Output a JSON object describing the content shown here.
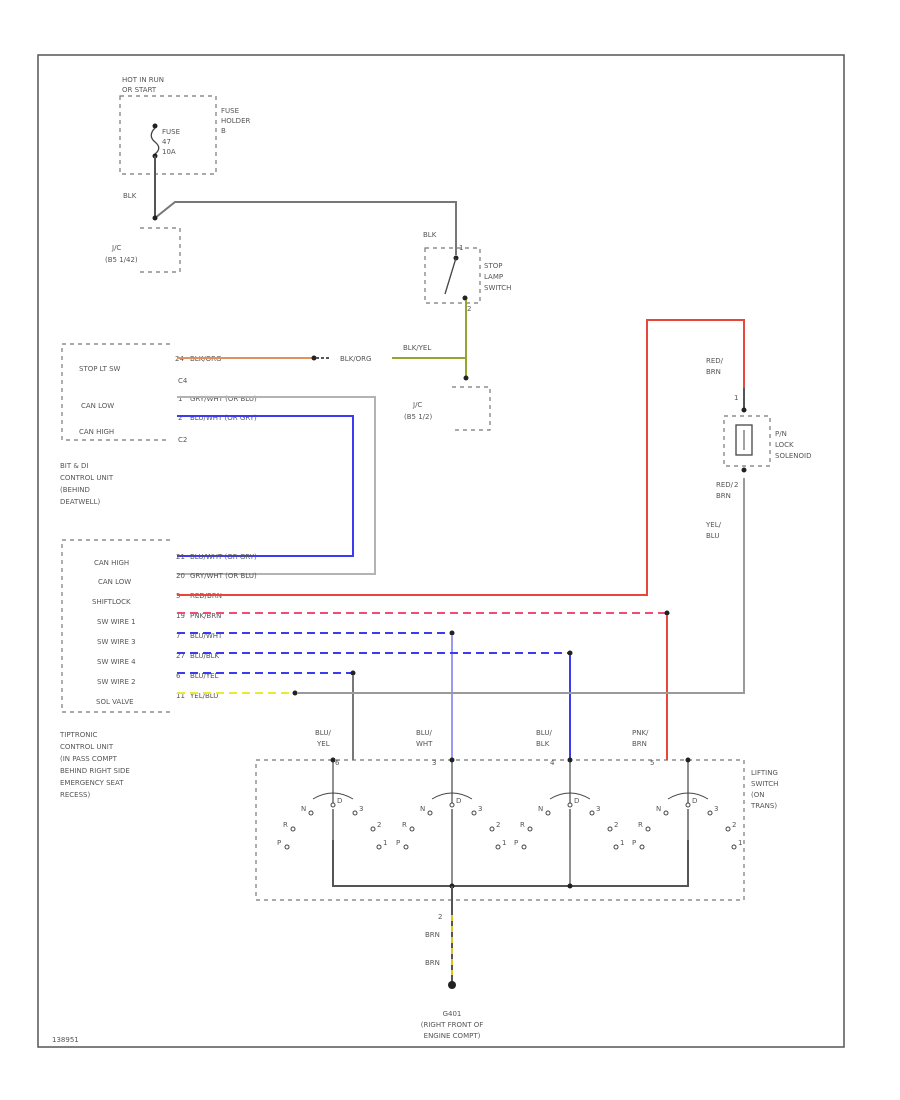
{
  "fuse_holder": {
    "hot": [
      "HOT IN RUN",
      "OR START"
    ],
    "name": [
      "FUSE",
      "HOLDER",
      "B"
    ],
    "fuse": [
      "FUSE",
      "47",
      "10A"
    ]
  },
  "upper_left": {
    "wire_blk": "BLK",
    "jc_b": [
      "J/C",
      "(B5 1/42)"
    ]
  },
  "stop_switch": {
    "wire_blk": "BLK",
    "pin_top": "1",
    "pin_bot": "2",
    "name": [
      "STOP",
      "LAMP",
      "SWITCH"
    ],
    "wire_blk_yel": "BLK/YEL",
    "jc_b": [
      "J/C",
      "(B5 1/2)"
    ]
  },
  "bit_unit": {
    "name": [
      "BIT & DI",
      "CONTROL UNIT",
      "(BEHIND",
      "DEATWELL)"
    ],
    "connectors": [
      "C4",
      "C2"
    ],
    "rows": [
      {
        "label": "STOP LT SW",
        "pin": "24",
        "wire": "BLK/ORG"
      },
      {
        "label": "CAN LOW",
        "pin": "1",
        "wire": "GRY/WHT (OR BLU)"
      },
      {
        "label": "CAN HIGH",
        "pin": "2",
        "wire": "BLU/WHT (OR GRY)"
      }
    ],
    "splice_wire": "BLK/ORG"
  },
  "tip_unit": {
    "name": [
      "TIPTRONIC",
      "CONTROL UNIT",
      "(IN PASS COMPT",
      "BEHIND RIGHT SIDE",
      "EMERGENCY SEAT",
      "RECESS)"
    ],
    "rows": [
      {
        "label": "CAN HIGH",
        "pin": "21",
        "wire": "BLU/WHT (OR GRY)"
      },
      {
        "label": "CAN LOW",
        "pin": "20",
        "wire": "GRY/WHT (OR BLU)"
      },
      {
        "label": "SHIFTLOCK",
        "pin": "5",
        "wire": "RED/BRN"
      },
      {
        "label": "SW WIRE 1",
        "pin": "19",
        "wire": "PNK/BRN"
      },
      {
        "label": "SW WIRE 3",
        "pin": "7",
        "wire": "BLU/WHT"
      },
      {
        "label": "SW WIRE 4",
        "pin": "27",
        "wire": "BLU/BLK"
      },
      {
        "label": "SW WIRE 2",
        "pin": "6",
        "wire": "BLU/YEL"
      },
      {
        "label": "SOL VALVE",
        "pin": "11",
        "wire": "YEL/BLU"
      }
    ]
  },
  "solenoid": {
    "wire_top": [
      "RED/",
      "BRN"
    ],
    "pin_top": "1",
    "pin_bot": "2",
    "name": [
      "P/N",
      "LOCK",
      "SOLENOID"
    ],
    "wire_mid": [
      "RED/",
      "BRN"
    ],
    "wire_bot": [
      "YEL/",
      "BLU"
    ]
  },
  "lifting_switch": {
    "name": [
      "LIFTING",
      "SWITCH",
      "(ON",
      "TRANS)"
    ],
    "wires": [
      {
        "line1": "BLU/",
        "line2": "YEL",
        "pin": "6"
      },
      {
        "line1": "BLU/",
        "line2": "WHT",
        "pin": "3"
      },
      {
        "line1": "BLU/",
        "line2": "BLK",
        "pin": "4"
      },
      {
        "line1": "PNK/",
        "line2": "BRN",
        "pin": "5"
      }
    ],
    "contact_labels": [
      "P",
      "R",
      "N",
      "D",
      "3",
      "2",
      "1",
      "P",
      "R",
      "N",
      "D",
      "3",
      "2",
      "1",
      "P",
      "R",
      "N",
      "D",
      "3",
      "2",
      "1",
      "P",
      "R",
      "N",
      "D",
      "3",
      "2",
      "1"
    ],
    "ground_pin": "2",
    "ground_wire_1": "BRN",
    "ground_wire_2": "BRN"
  },
  "ground": {
    "name": [
      "G401",
      "(RIGHT FRONT OF",
      "ENGINE COMPT)"
    ]
  },
  "corner_code": "138951",
  "colors": {
    "red": "#e8463a",
    "orange": "#e29060",
    "blue": "#3b3bf0",
    "light_blue": "#9a9af5",
    "pink": "#ef4d74",
    "gray": "#9a9a9a",
    "dark": "#555555",
    "yellow": "#eaea30",
    "olive": "#96a52d"
  }
}
